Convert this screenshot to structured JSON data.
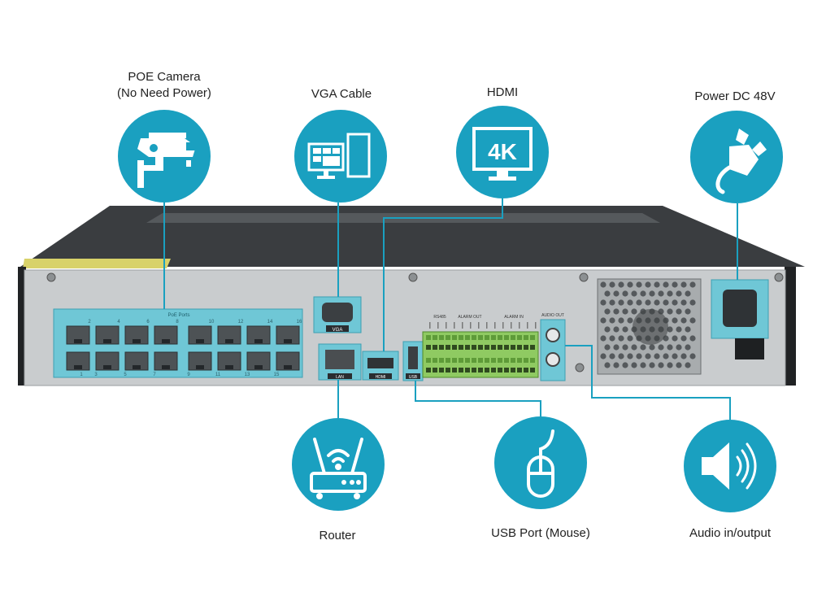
{
  "labels": {
    "poe_camera_line1": "POE Camera",
    "poe_camera_line2": "(No Need Power)",
    "vga_cable": "VGA Cable",
    "hdmi": "HDMI",
    "power": "Power DC 48V",
    "router": "Router",
    "usb_port": "USB Port (Mouse)",
    "audio": "Audio in/output"
  },
  "icons": {
    "camera": "cctv-camera-icon",
    "vga": "monitor-pair-icon",
    "hdmi": "4k-monitor-icon",
    "power": "power-plug-icon",
    "router": "wifi-router-icon",
    "usb": "mouse-icon",
    "audio": "speaker-icon"
  },
  "hdmi_badge": "4K",
  "panel_text": {
    "poe_ports": "PoE Ports",
    "vga": "VGA",
    "lan": "LAN",
    "hdmi": "HDMI",
    "usb": "USB",
    "audio_out": "AUDIO OUT",
    "rs485": "RS485",
    "alarm_out": "ALARM OUT",
    "alarm_in": "ALARM IN",
    "top_port_numbers": [
      "2",
      "4",
      "6",
      "8",
      "10",
      "12",
      "14",
      "16"
    ],
    "bottom_port_numbers": [
      "1",
      "3",
      "5",
      "7",
      "9",
      "11",
      "13",
      "15"
    ]
  },
  "colors": {
    "accent": "#1aa0c0",
    "highlight": "#6fc7d6",
    "chassis": "#2b2e31",
    "panel": "#c9ccce"
  }
}
